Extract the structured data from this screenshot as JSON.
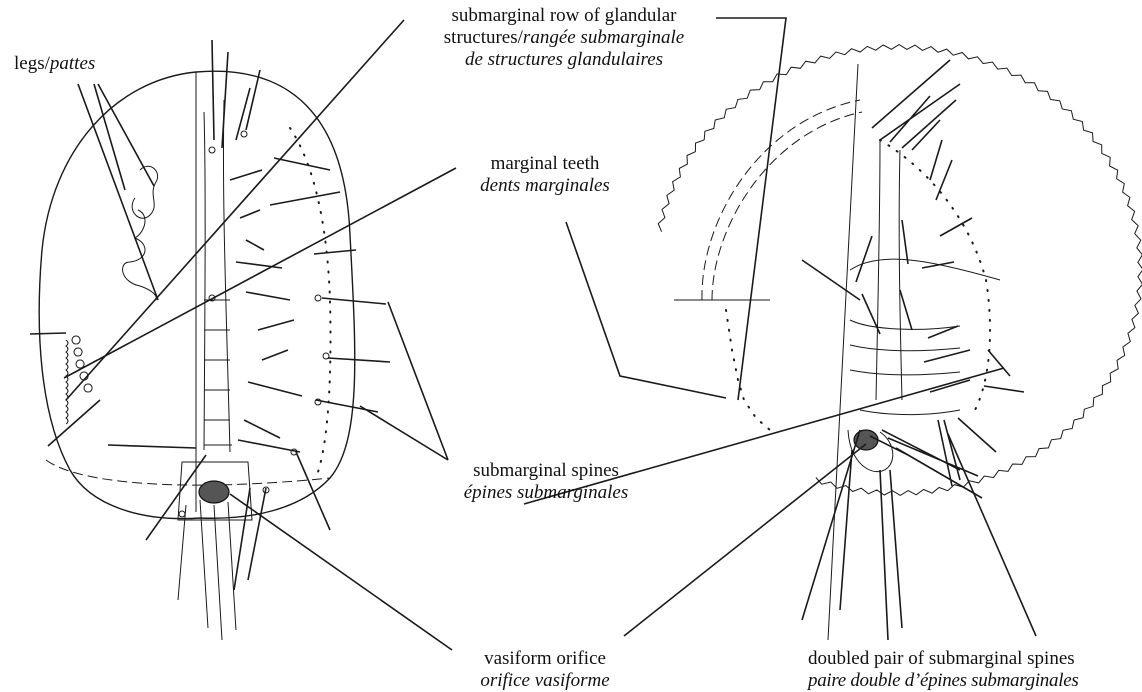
{
  "labels": {
    "legs": {
      "en": "legs/",
      "fr": "pattes"
    },
    "glandular": {
      "en1": "submarginal row of glandular",
      "en2": "structures/",
      "fr2": "rangée submarginale",
      "fr3": "de structures glandulaires"
    },
    "teeth": {
      "en": "marginal teeth",
      "fr": "dents marginales"
    },
    "spines": {
      "en": "submarginal spines",
      "fr": "épines submarginales"
    },
    "vasiform": {
      "en": "vasiform orifice",
      "fr": "orifice vasiforme"
    },
    "doubled": {
      "en": "doubled pair of submarginal spines",
      "fr": "paire double d’épines submarginales"
    }
  }
}
